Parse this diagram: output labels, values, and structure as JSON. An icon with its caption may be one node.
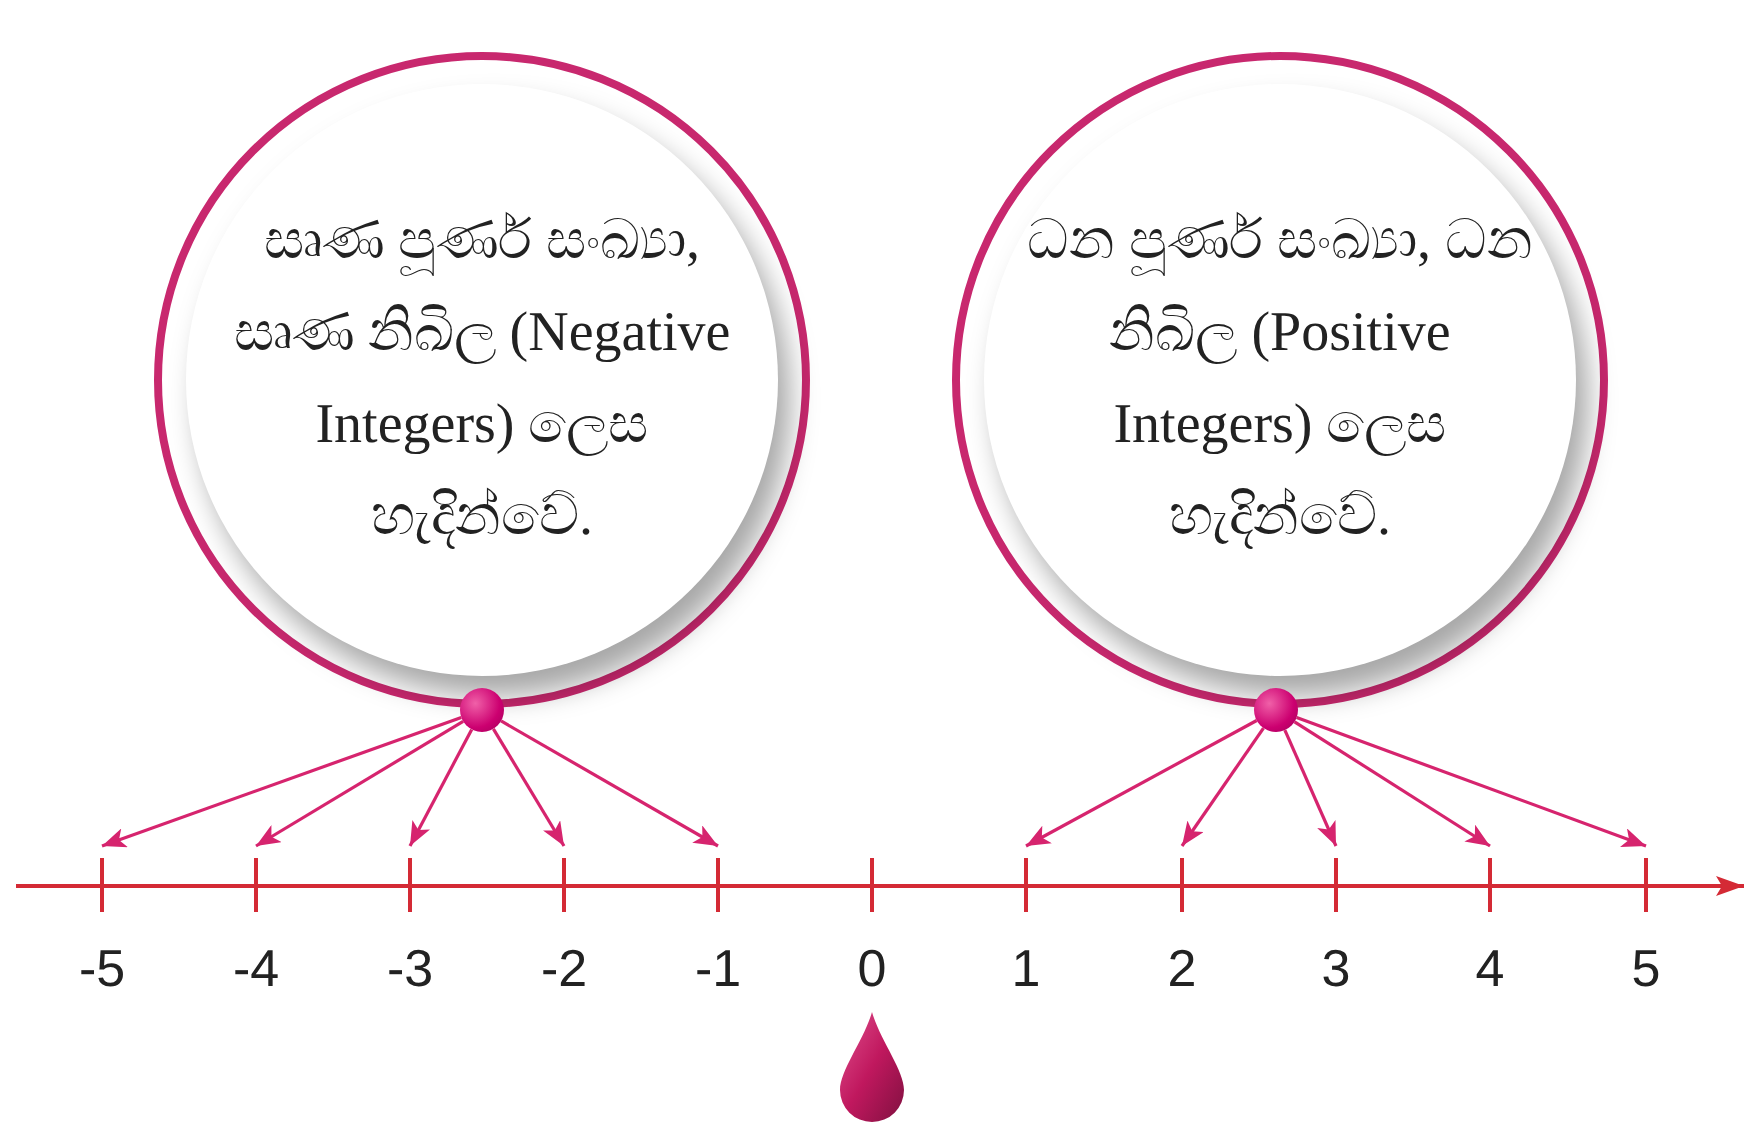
{
  "diagram": {
    "nodes": [
      {
        "text": [
          "සෘණ පූර්ණ සංඛ්‍යා, සෘණ නිඛිල (Negative Integers) ලෙස හැදින්වේ."
        ]
      },
      {
        "text": [
          "ධන පූර්ණ සංඛ්‍යා, ධන නිඛිල (Positive Integers) ලෙස හැදින්වේ."
        ]
      },
      {
        "text": [],
        "shape": "circle"
      },
      {
        "text": [],
        "shape": "circle"
      },
      {
        "text": [
          "-5"
        ]
      },
      {
        "text": [
          "-4"
        ]
      },
      {
        "text": [
          "-3"
        ]
      },
      {
        "text": [
          "-2"
        ]
      },
      {
        "text": [
          "-1"
        ]
      },
      {
        "text": [
          "0"
        ]
      },
      {
        "text": [
          "1"
        ]
      },
      {
        "text": [
          "2"
        ]
      },
      {
        "text": [
          "3"
        ]
      },
      {
        "text": [
          "4"
        ]
      },
      {
        "text": [
          "5"
        ]
      }
    ],
    "edges": [
      {
        "from": 2,
        "to": 4,
        "arrow": "to"
      },
      {
        "from": 2,
        "to": 5,
        "arrow": "to"
      },
      {
        "from": 2,
        "to": 6,
        "arrow": "to"
      },
      {
        "from": 2,
        "to": 7,
        "arrow": "to"
      },
      {
        "from": 2,
        "to": 8,
        "arrow": "to"
      },
      {
        "from": 3,
        "to": 10,
        "arrow": "to"
      },
      {
        "from": 3,
        "to": 11,
        "arrow": "to"
      },
      {
        "from": 3,
        "to": 12,
        "arrow": "to"
      },
      {
        "from": 3,
        "to": 13,
        "arrow": "to"
      },
      {
        "from": 3,
        "to": 14,
        "arrow": "to"
      }
    ]
  }
}
